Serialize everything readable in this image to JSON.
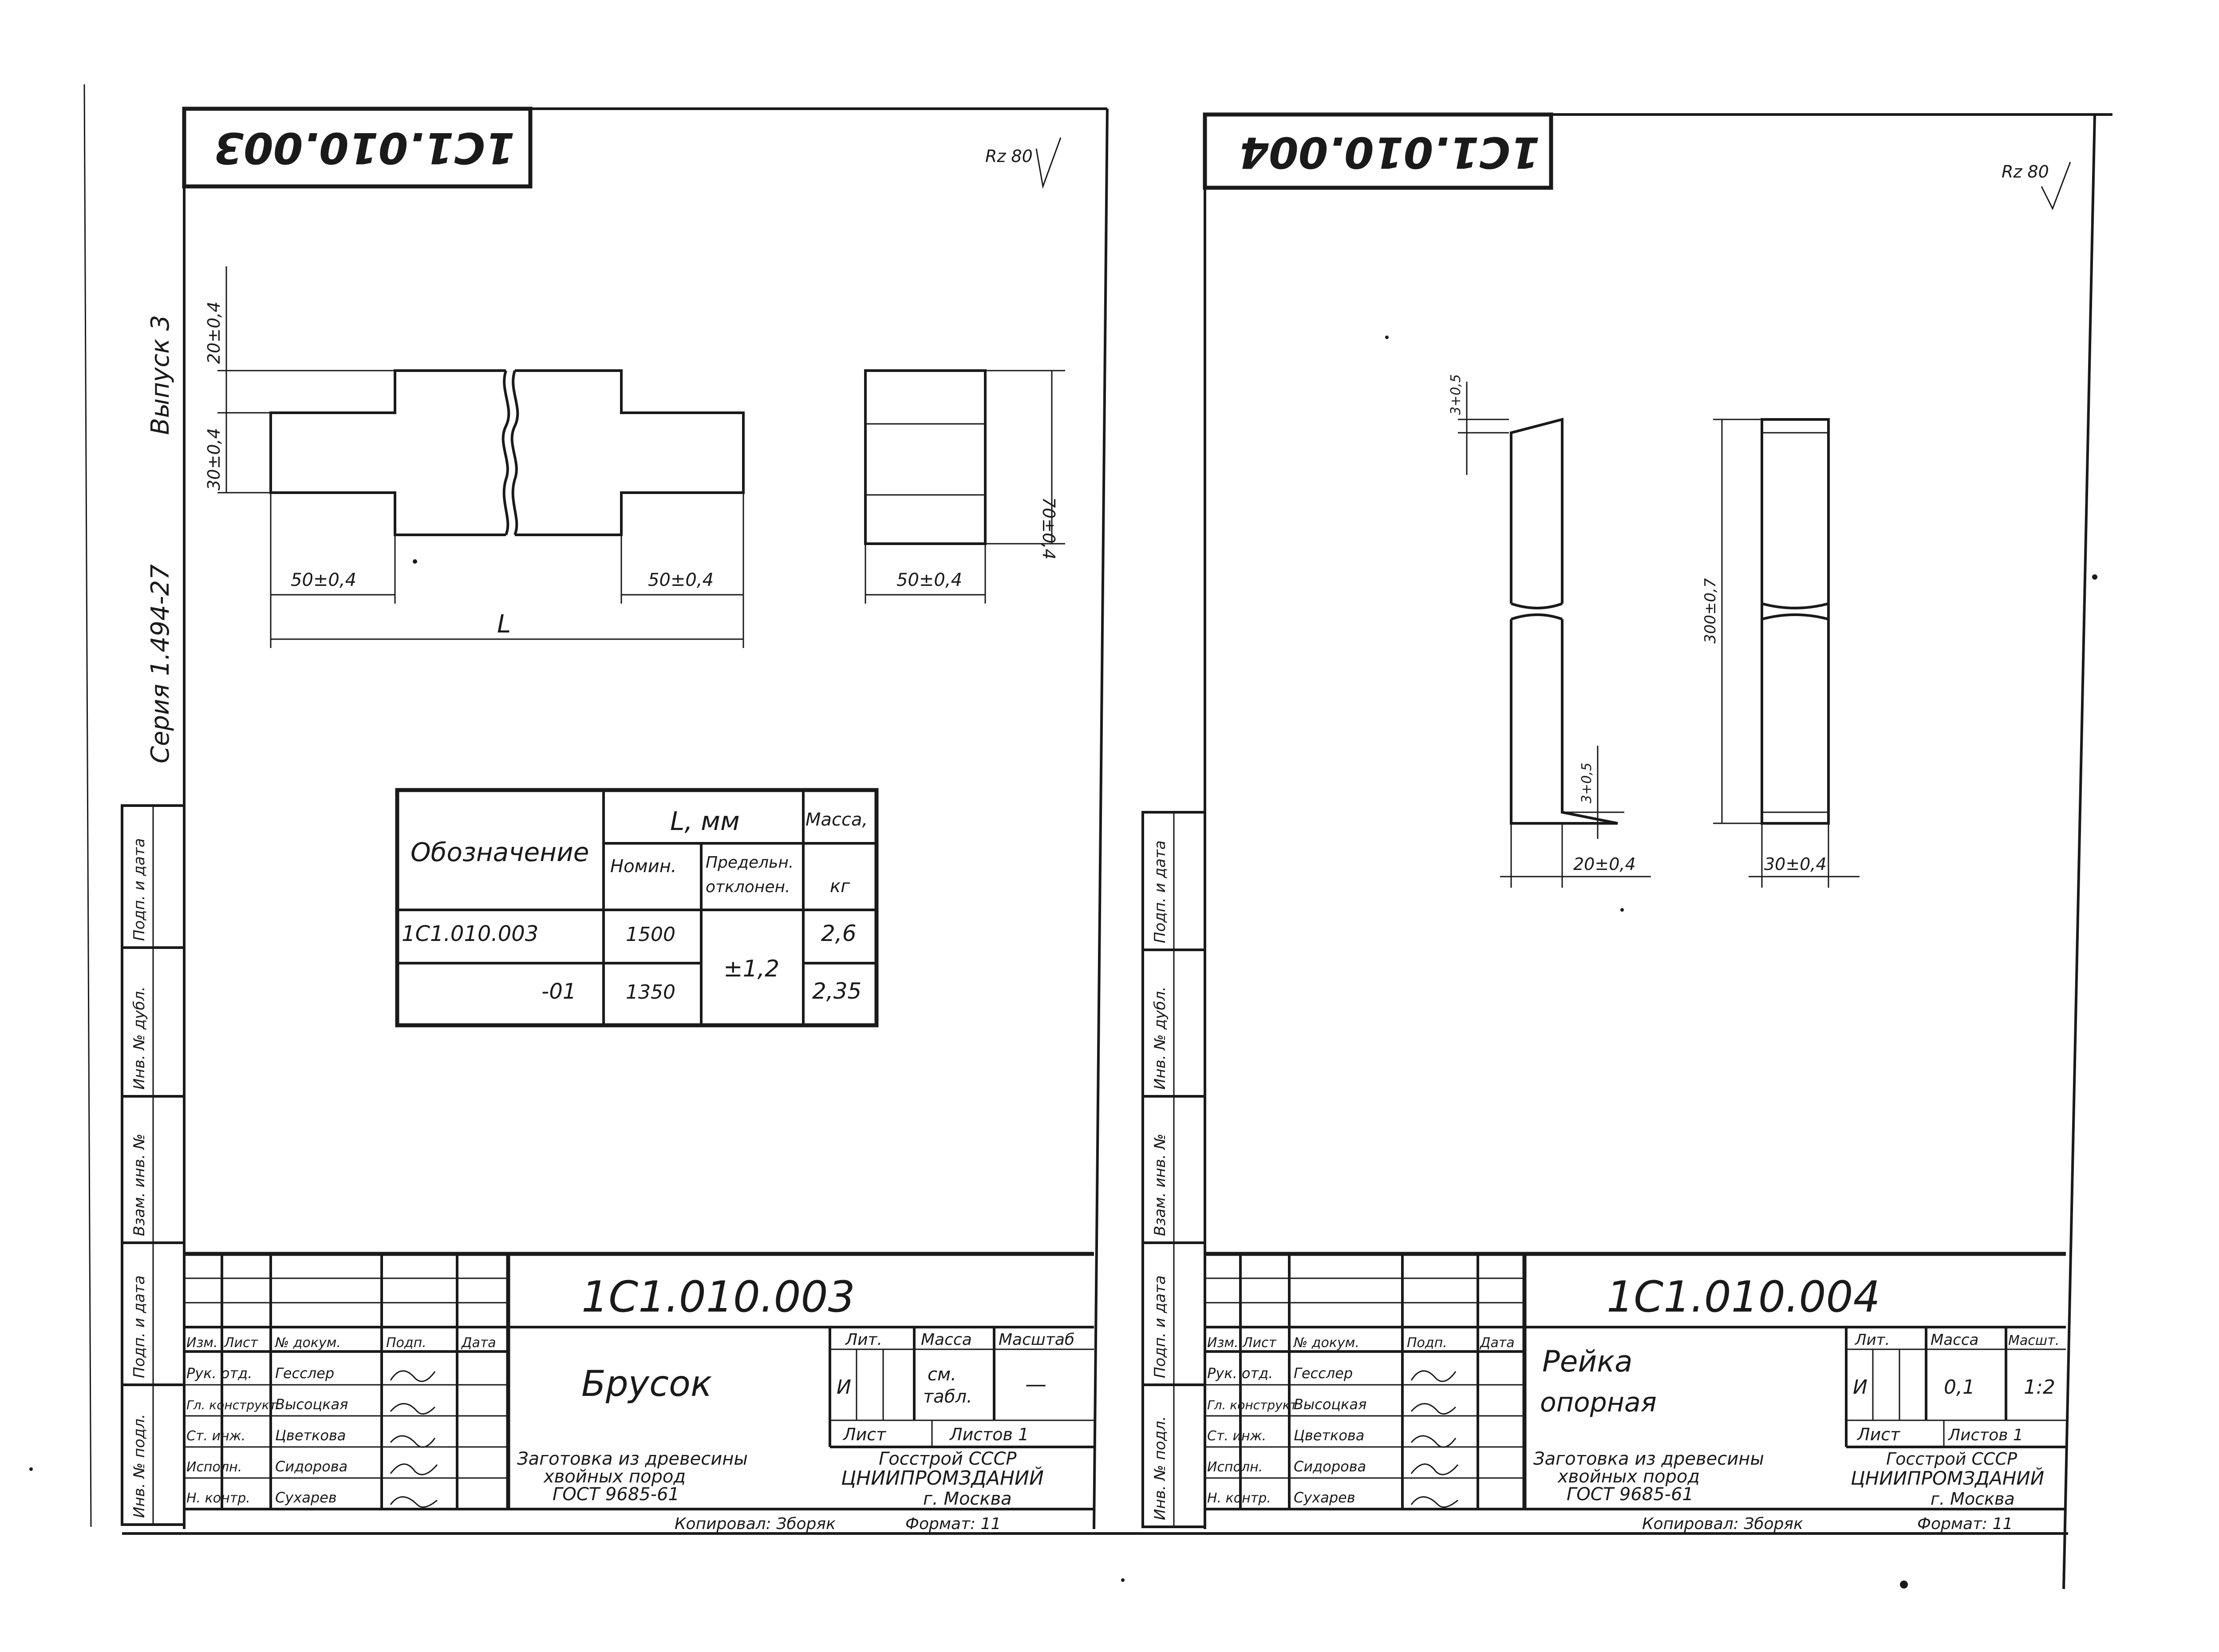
{
  "series_stamp": {
    "series": "Серия 1.494-27",
    "issue": "Выпуск 3"
  },
  "left_sheet": {
    "corner_code": "1С1.010.003",
    "roughness": "Rz 80",
    "dims": {
      "d_20": "20±0,4",
      "d_30": "30±0,4",
      "d_50_left": "50±0,4",
      "d_50_right": "50±0,4",
      "d_L": "L",
      "d_70": "70±0,4",
      "d_50_side": "50±0,4"
    },
    "table": {
      "h_designation": "Обозначение",
      "h_L": "L, мм",
      "h_nominal": "Номин.",
      "h_deviation_1": "Предельн.",
      "h_deviation_2": "отклонен.",
      "h_mass": "Масса,",
      "h_kg": "кг",
      "rows": [
        {
          "code": "1С1.010.003",
          "nominal": "1500",
          "mass": "2,6"
        },
        {
          "code": "-01",
          "nominal": "1350",
          "mass": "2,35"
        }
      ],
      "deviation": "±1,2"
    },
    "title_block": {
      "code": "1С1.010.003",
      "name": "Брусок",
      "material_1": "Заготовка из древесины",
      "material_2": "хвойных пород",
      "material_3": "ГОСТ 9685-61",
      "h_lit": "Лит.",
      "h_mass": "Масса",
      "h_scale": "Масштаб",
      "lit": "И",
      "mass_1": "см.",
      "mass_2": "табл.",
      "scale": "—",
      "sheet": "Лист",
      "sheets": "Листов 1",
      "org_1": "Госстрой СССР",
      "org_2": "ЦНИИПРОМЗДАНИЙ",
      "org_3": "г. Москва",
      "copied": "Копировал: Зборяк",
      "format": "Формат: 11",
      "col_heads": [
        "Изм.",
        "Лист",
        "№ докум.",
        "Подп.",
        "Дата"
      ],
      "roles": [
        {
          "role": "Рук. отд.",
          "person": "Гесслер"
        },
        {
          "role": "Гл. конструкт.",
          "person": "Высоцкая"
        },
        {
          "role": "Ст. инж.",
          "person": "Цветкова"
        },
        {
          "role": "Исполн.",
          "person": "Сидорова"
        },
        {
          "role": "Н. контр.",
          "person": "Сухарев"
        }
      ]
    },
    "side_cells": [
      "Инв. № подл.",
      "Подп. и дата",
      "Взам. инв. №",
      "Инв. № дубл.",
      "Подп. и дата"
    ]
  },
  "right_sheet": {
    "corner_code": "1С1.010.004",
    "roughness": "Rz 80",
    "dims": {
      "d_3a": "3+0,5",
      "d_3b": "3+0,5",
      "d_300": "300±0,7",
      "d_20": "20±0,4",
      "d_30": "30±0,4"
    },
    "title_block": {
      "code": "1С1.010.004",
      "name_1": "Рейка",
      "name_2": "опорная",
      "material_1": "Заготовка из древесины",
      "material_2": "хвойных пород",
      "material_3": "ГОСТ 9685-61",
      "h_lit": "Лит.",
      "h_mass": "Масса",
      "h_scale": "Масшт.",
      "lit": "И",
      "mass": "0,1",
      "scale": "1:2",
      "sheet": "Лист",
      "sheets": "Листов 1",
      "org_1": "Госстрой СССР",
      "org_2": "ЦНИИПРОМЗДАНИЙ",
      "org_3": "г. Москва",
      "copied": "Копировал: Зборяк",
      "format": "Формат: 11",
      "col_heads": [
        "Изм.",
        "Лист",
        "№ докум.",
        "Подп.",
        "Дата"
      ],
      "roles": [
        {
          "role": "Рук. отд.",
          "person": "Гесслер"
        },
        {
          "role": "Гл. конструкт.",
          "person": "Высоцкая"
        },
        {
          "role": "Ст. инж.",
          "person": "Цветкова"
        },
        {
          "role": "Исполн.",
          "person": "Сидорова"
        },
        {
          "role": "Н. контр.",
          "person": "Сухарев"
        }
      ]
    },
    "side_cells": [
      "Инв. № подл.",
      "Подп. и дата",
      "Взам. инв. №",
      "Инв. № дубл.",
      "Подп. и дата"
    ]
  }
}
